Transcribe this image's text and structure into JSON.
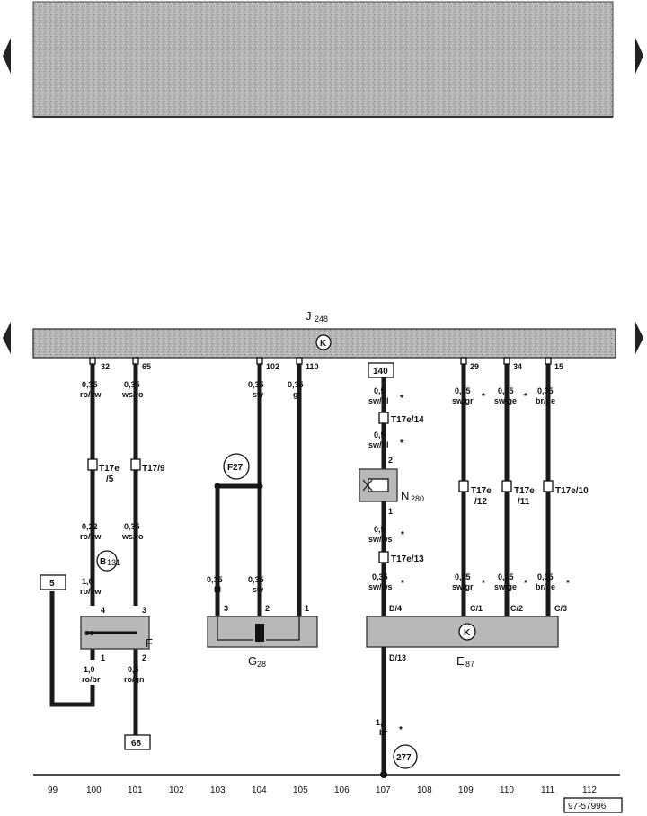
{
  "arrows": [
    "arrow-left-icon",
    "arrow-right-icon"
  ],
  "j248": {
    "label": "J",
    "sub": "248",
    "symbol": "K"
  },
  "e87": {
    "label": "E",
    "sub": "87",
    "symbol": "K"
  },
  "g28": {
    "label": "G",
    "sub": "28"
  },
  "f": {
    "label": "F",
    "inner": "oe"
  },
  "f27": "F27",
  "b131": {
    "label": "B",
    "sub": "131"
  },
  "n280": {
    "label": "N",
    "sub": "280"
  },
  "w32": {
    "pin": "32",
    "gauge1": "0,35",
    "color1": "ro/sw",
    "conn": "T17e",
    "conn2": "/5",
    "gauge2": "0,22",
    "color2": "ro/sw",
    "gauge3": "1,0",
    "color3": "ro/sw",
    "fpin": "4",
    "fpin2": "1",
    "gauge4": "1,0",
    "color4": "ro/br",
    "ref": "5"
  },
  "w65": {
    "pin": "65",
    "gauge1": "0,35",
    "color1": "ws/ro",
    "conn": "T17/9",
    "gauge2": "0,35",
    "color2": "ws/ro",
    "fpin": "3",
    "fpin2": "2",
    "gauge3": "0,5",
    "color3": "ro/gn",
    "ref": "68"
  },
  "w102": {
    "pin": "102",
    "gauge1": "0,35",
    "color1": "sw",
    "gauge2": "0,35",
    "color2": "sw",
    "gpin": "2"
  },
  "w110": {
    "pin": "110",
    "gauge1": "0,35",
    "color1": "gr",
    "gpin": "1"
  },
  "wbl": {
    "gauge": "0,35",
    "color": "bl",
    "gpin": "3"
  },
  "w140": {
    "ref": "140",
    "gauge1": "0,5",
    "color1": "sw/bl",
    "star": "*",
    "conn1": "T17e/14",
    "gauge2": "0,5",
    "color2": "sw/bl",
    "npin1": "2",
    "npin2": "1",
    "gauge3": "0,5",
    "color3": "sw/ws",
    "conn2": "T17e/13",
    "gauge4": "0,35",
    "color4": "sw/ws",
    "epin": "D/4",
    "epin2": "D/13",
    "gauge5": "1,0",
    "color5": "br",
    "ground": "277"
  },
  "w29": {
    "pin": "29",
    "gauge1": "0,35",
    "color1": "sw/gr",
    "conn": "T17e",
    "conn2": "/12",
    "gauge2": "0,35",
    "color2": "sw/gr",
    "epin": "C/1"
  },
  "w34": {
    "pin": "34",
    "gauge1": "0,35",
    "color1": "sw/ge",
    "conn": "T17e",
    "conn2": "/11",
    "gauge2": "0,35",
    "color2": "sw/ge",
    "epin": "C/2"
  },
  "w15": {
    "pin": "15",
    "gauge1": "0,35",
    "color1": "br/ge",
    "conn": "T17e/10",
    "gauge2": "0,35",
    "color2": "br/ge",
    "epin": "C/3"
  },
  "footer": [
    "99",
    "100",
    "101",
    "102",
    "103",
    "104",
    "105",
    "106",
    "107",
    "108",
    "109",
    "110",
    "111",
    "112"
  ],
  "code": "97-57996"
}
